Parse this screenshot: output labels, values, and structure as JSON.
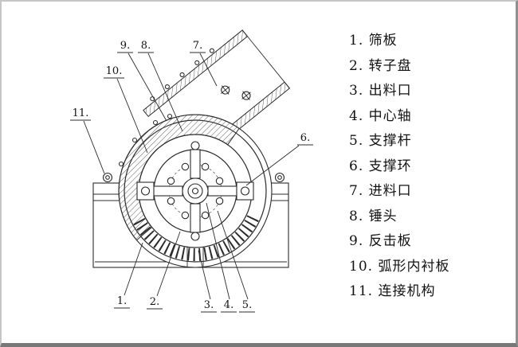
{
  "legend": {
    "items": [
      "1. 筛板",
      "2. 转子盘",
      "3. 出料口",
      "4. 中心轴",
      "5. 支撑杆",
      "6. 支撑环",
      "7. 进料口",
      "8. 锤头",
      "9. 反击板",
      "10. 弧形内衬板",
      "11. 连接机构"
    ]
  },
  "callouts": {
    "n1": "1.",
    "n2": "2.",
    "n3": "3.",
    "n4": "4.",
    "n5": "5.",
    "n6": "6.",
    "n7": "7.",
    "n8": "8.",
    "n9": "9.",
    "n10": "10.",
    "n11": "11."
  },
  "colors": {
    "line": "#2b2b2b",
    "background": "#ffffff",
    "frame": "#909090"
  }
}
